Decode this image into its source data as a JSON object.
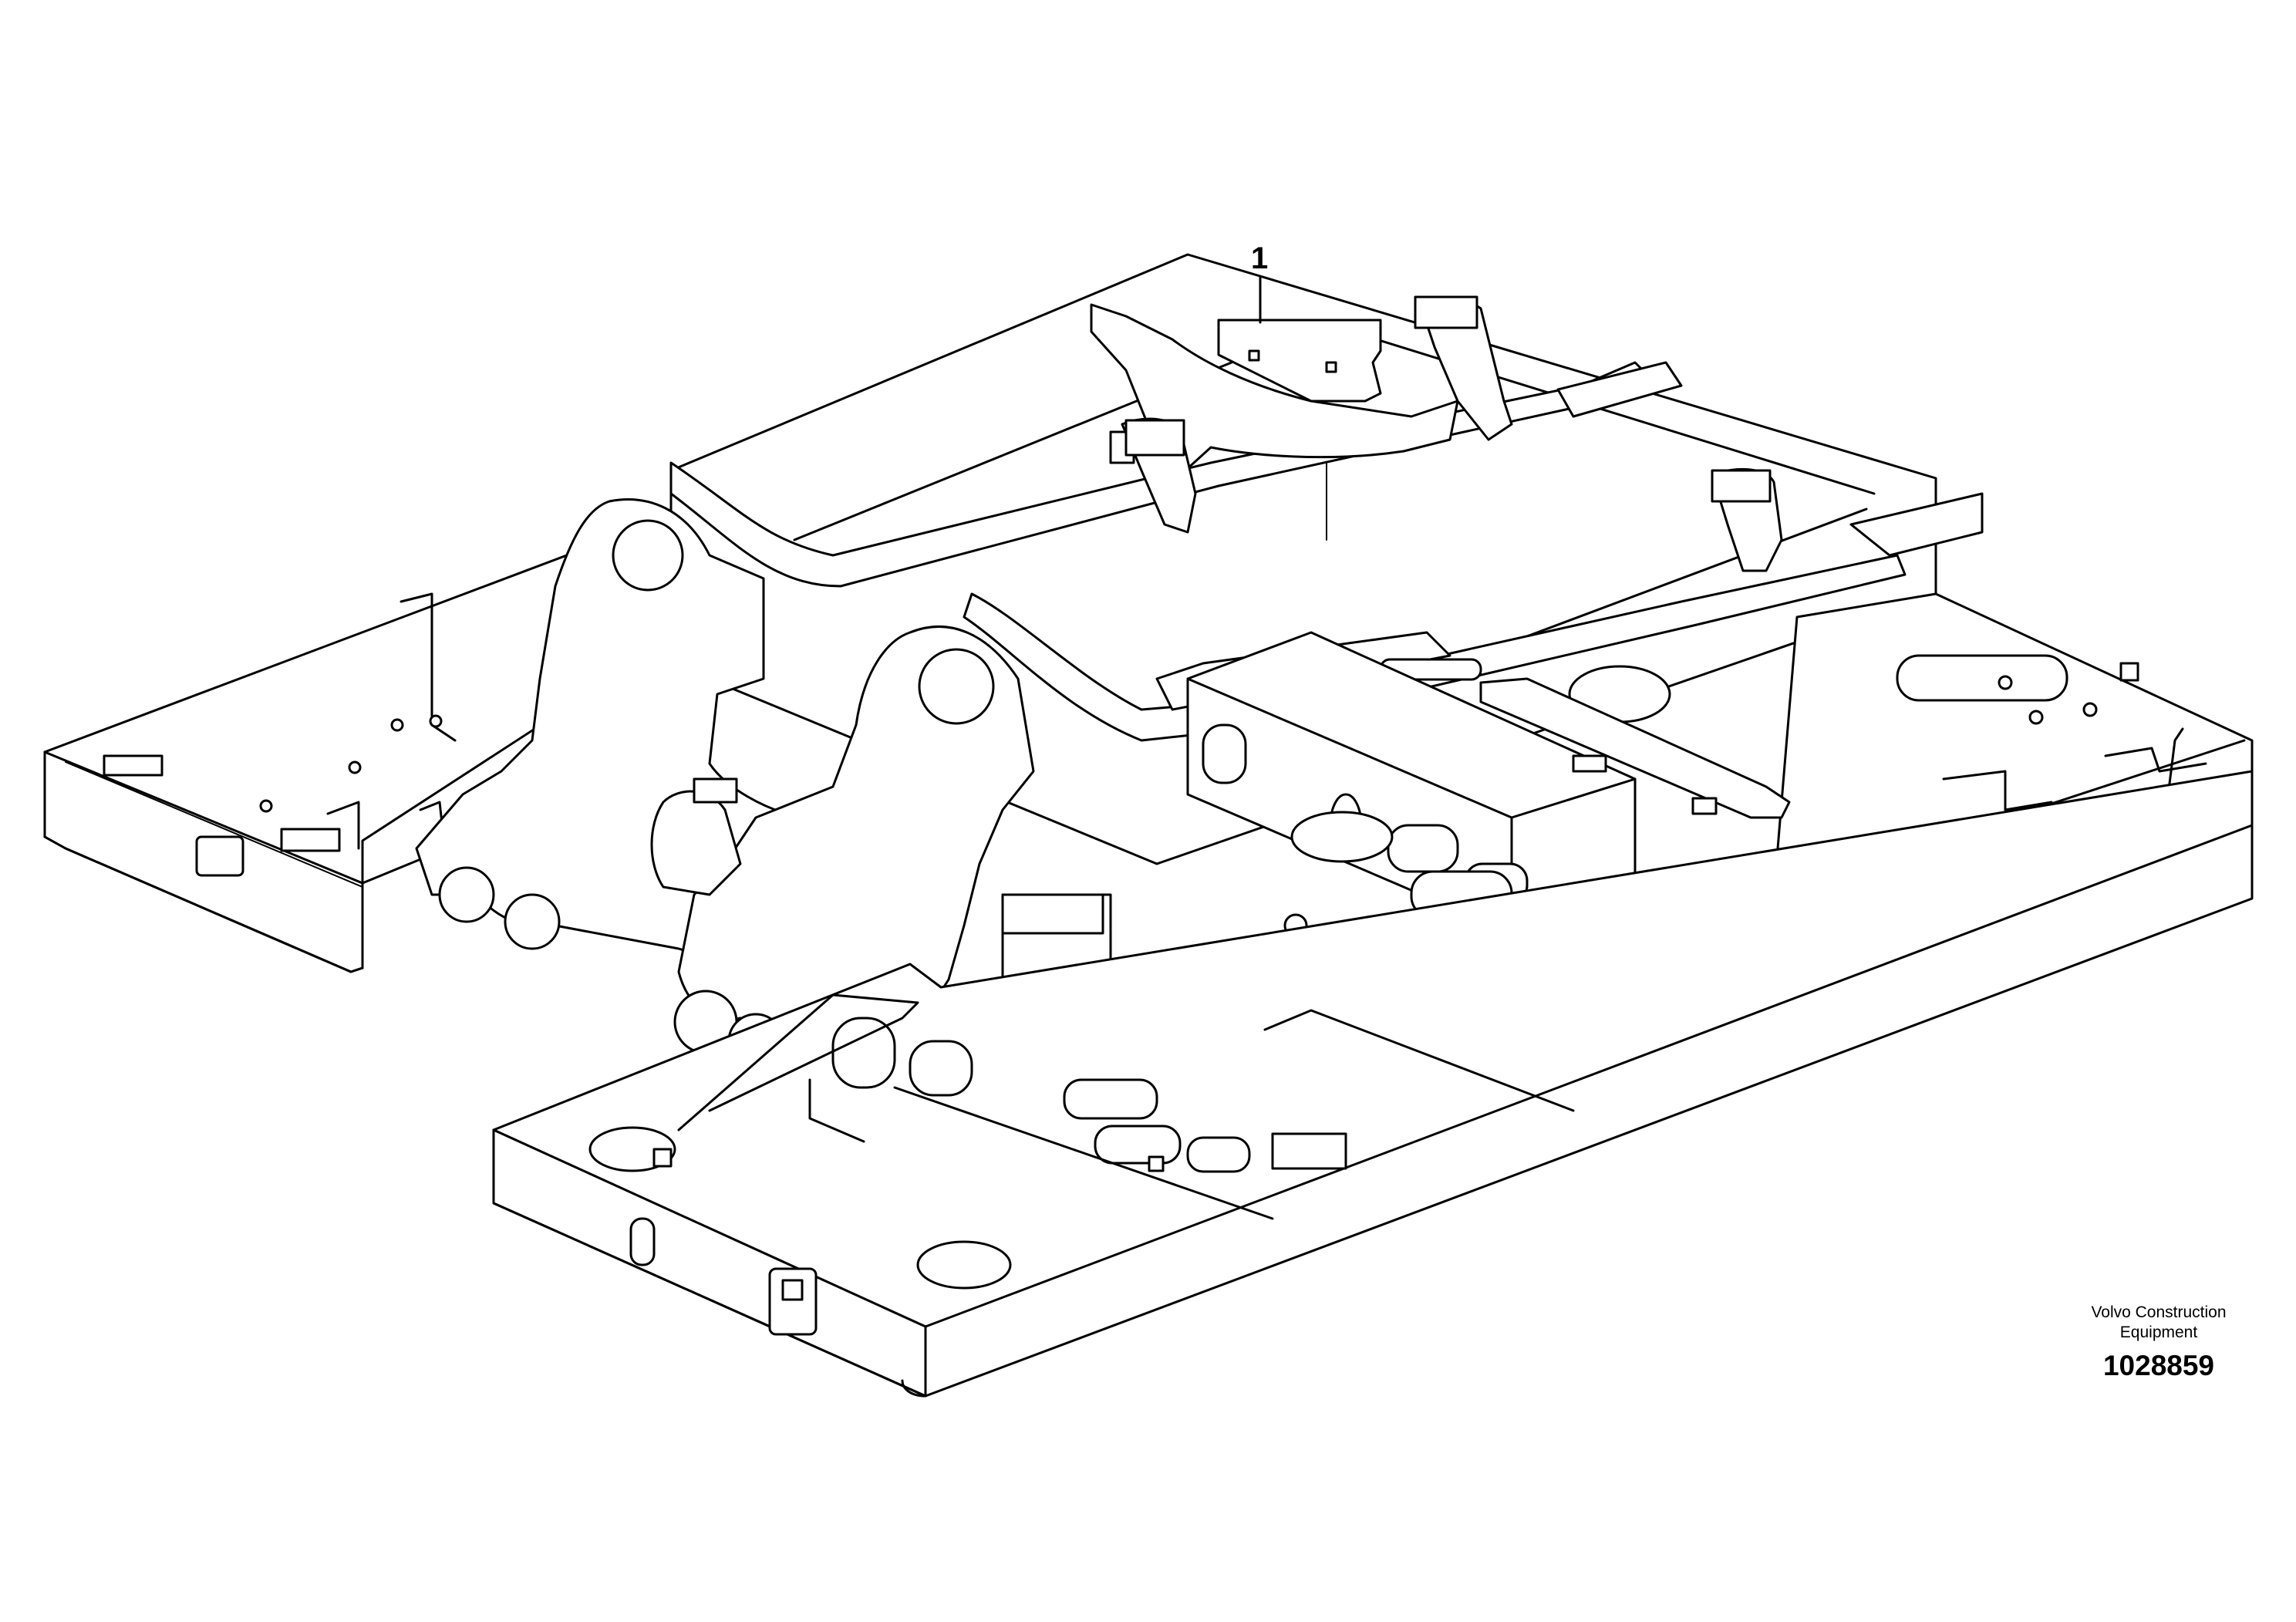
{
  "callouts": [
    {
      "number": "1"
    }
  ],
  "footer": {
    "company_line1": "Volvo Construction",
    "company_line2": "Equipment",
    "drawing_number": "1028859"
  }
}
